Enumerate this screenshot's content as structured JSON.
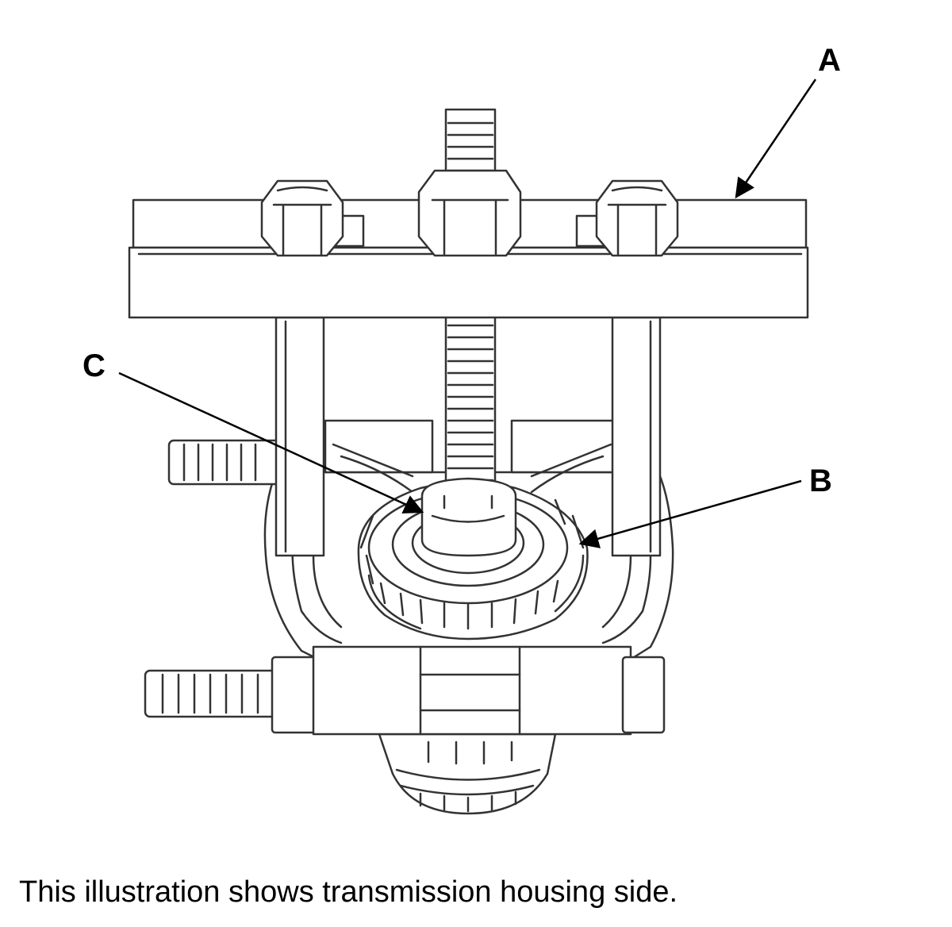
{
  "callouts": {
    "a": "A",
    "b": "B",
    "c": "C"
  },
  "caption": "This illustration shows transmission housing side.",
  "colors": {
    "line": "#333333",
    "fill": "#ffffff",
    "shade": "#f2f2f2"
  }
}
